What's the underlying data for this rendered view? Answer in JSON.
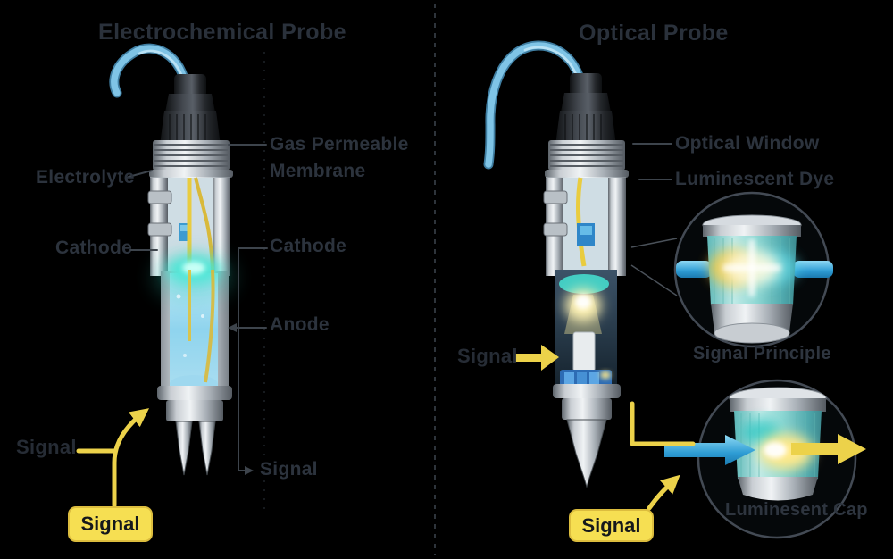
{
  "left_panel": {
    "title": "Electrochemical Probe",
    "labels": {
      "electrolyte": "Electrolyte",
      "cathode_left": "Cathode",
      "gas_permeable_membrane": "Gas Permeable Membrane",
      "cathode_right": "Cathode",
      "anode": "Anode",
      "signal_wire": "Signal",
      "signal_callout": "Signal",
      "signal_box": "Signal"
    }
  },
  "right_panel": {
    "title": "Optical Probe",
    "labels": {
      "optical_window": "Optical Window",
      "luminescent_dye": "Luminescent Dye",
      "signal_callout": "Signal",
      "signal_box": "Signal"
    },
    "insets": {
      "signal_principle_caption": "Signal Principle",
      "luminescent_cap_caption": "Luminesent Cap"
    }
  },
  "colors": {
    "background": "#000000",
    "label_text": "#2c333d",
    "accent_yellow": "#ecd24a",
    "signal_box_fill": "#f6df52",
    "cable_blue": "#7fc4e6",
    "glow_teal": "#45e8d6",
    "divider": "#3a414a"
  }
}
